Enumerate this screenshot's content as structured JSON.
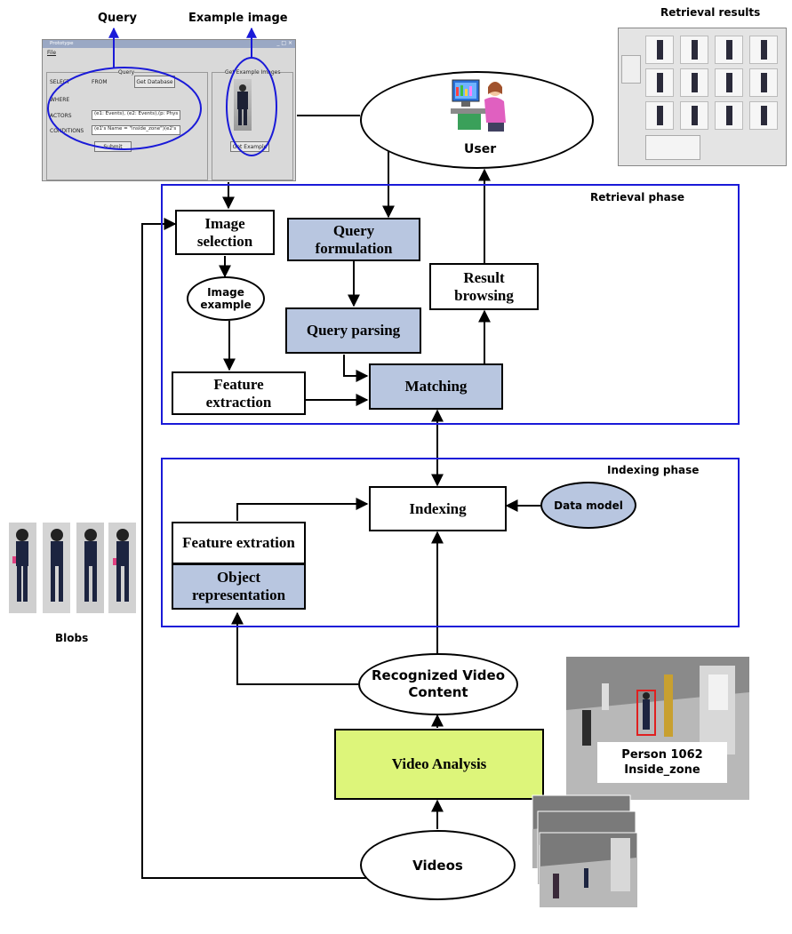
{
  "labels": {
    "query": "Query",
    "example_image": "Example image",
    "retrieval_results": "Retrieval results",
    "retrieval_phase": "Retrieval phase",
    "indexing_phase": "Indexing phase",
    "blobs": "Blobs",
    "user": "User"
  },
  "nodes": {
    "image_selection": "Image selection",
    "query_formulation": "Query formulation",
    "image_example": "Image example",
    "result_browsing": "Result browsing",
    "query_parsing": "Query parsing",
    "feature_extraction": "Feature extraction",
    "matching": "Matching",
    "indexing": "Indexing",
    "data_model": "Data model",
    "feature_extration": "Feature extration",
    "object_representation": "Object representation",
    "recognized_video_content": "Recognized Video Content",
    "video_analysis": "Video Analysis",
    "videos": "Videos"
  },
  "prototype": {
    "title": "Prototype",
    "menu_file": "File",
    "group_query": "Query",
    "group_example": "Get Example Images",
    "select": "SELECT",
    "from": "FROM",
    "where": "WHERE",
    "actors": "ACTORS",
    "conditions": "CONDITIONS",
    "get_database": "Get Database",
    "actors_value": "(e1: Events), (e2: Events),(p: Phys",
    "conditions_value": "(e1's Name = \"inside_zone\")(e2's",
    "submit": "Submit",
    "get_example": "Get Example"
  },
  "surveillance": {
    "caption_line1": "Person 1062",
    "caption_line2": "Inside_zone"
  },
  "colors": {
    "phase_border": "#1a1ad8",
    "query_ellipse": "#1a1ad8",
    "box_blue": "#b8c6e0",
    "video_analysis": "#ddf57a",
    "person_box": "#e02020"
  }
}
